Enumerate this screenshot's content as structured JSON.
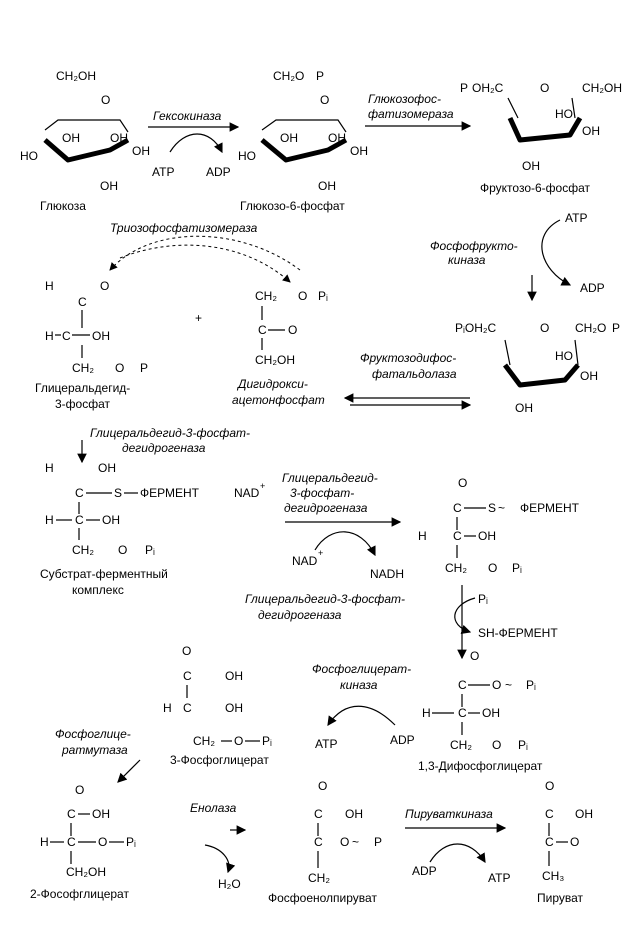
{
  "labels": {
    "glucose": "Глюкоза",
    "hexokinase": "Гексокиназа",
    "g6p": "Глюкозо-6-фосфат",
    "gpi_1": "Глюкозофос-",
    "gpi_2": "фатизомераза",
    "f6p": "Фруктозо-6-фосфат",
    "tpi": "Триозофосфатизомераза",
    "pfk_1": "Фосфофрукто-",
    "pfk_2": "киназа",
    "ald_1": "Фруктозодифос-",
    "ald_2": "фатальдолаза",
    "gap_1": "Глицеральдегид-",
    "gap_2": "3-фосфат",
    "dhap_1": "Дигидрокси-",
    "dhap_2": "ацетонфосфат",
    "gapdh_a1": "Глицеральдегид-3-фосфат-",
    "gapdh_a2": "дегидрогеназа",
    "gapdh_b1": "Глицеральдегид-",
    "gapdh_b2": "3-фосфат-",
    "gapdh_b3": "дегидрогеназа",
    "gapdh_c1": "Глицеральдегид-3-фосфат-",
    "gapdh_c2": "дегидрогеназа",
    "complex_1": "Субстрат-ферментный",
    "complex_2": "комплекс",
    "pgk_1": "Фосфоглицерат-",
    "pgk_2": "киназа",
    "bpg": "1,3-Дифосфоглицерат",
    "pgm_1": "Фосфоглице-",
    "pgm_2": "ратмутаза",
    "pg3": "3-Фосфоглицерат",
    "pg2": "2-Фософглицерат",
    "enolase": "Енолаза",
    "pep": "Фосфоенолпируват",
    "pk": "Пируваткиназа",
    "pyruvate": "Пируват"
  },
  "atoms": {
    "ch2oh": "CH₂OH",
    "ch2o": "CH₂O",
    "ch2": "CH₂",
    "ch3": "CH₃",
    "o": "O",
    "oh": "OH",
    "ho": "HO",
    "h": "H",
    "c": "C",
    "p": "P",
    "pi": "Pᵢ",
    "atp": "ATP",
    "adp": "ADP",
    "nad": "NAD",
    "nadh": "NADH",
    "plus": "+",
    "h2o": "H₂O",
    "enzyme": "ФЕРМЕНТ",
    "sh_enzyme": "SH-ФЕРМЕНТ",
    "s": "S",
    "poh2c": "PᵢOH₂C",
    "p_oh2c": "OH₂C",
    "ch2op": "CH₂O"
  }
}
